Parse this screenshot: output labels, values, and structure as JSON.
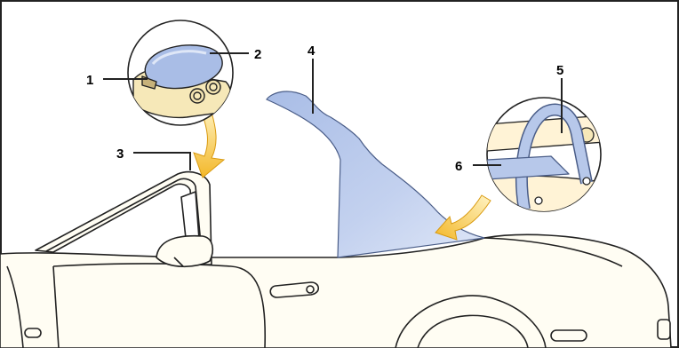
{
  "callouts": [
    {
      "id": "1",
      "label": "1"
    },
    {
      "id": "2",
      "label": "2"
    },
    {
      "id": "3",
      "label": "3"
    },
    {
      "id": "4",
      "label": "4"
    },
    {
      "id": "5",
      "label": "5"
    },
    {
      "id": "6",
      "label": "6"
    }
  ],
  "colors": {
    "car_body": "#fffdf3",
    "car_stroke": "#222222",
    "deflector": "#b7c8ea",
    "arrow": "#f5c542",
    "frame": "#222222"
  },
  "icons": [
    "wind-deflector-diagram",
    "mount-detail-closeup",
    "strap-detail-closeup"
  ]
}
